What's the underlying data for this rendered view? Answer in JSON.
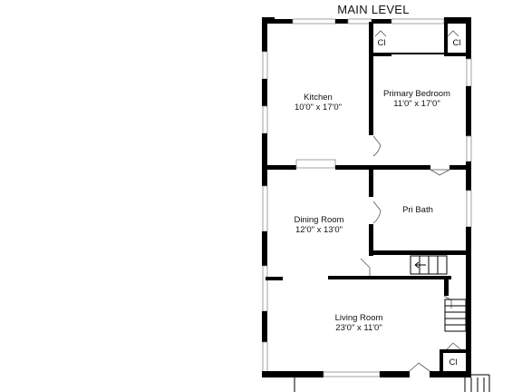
{
  "floor": {
    "title": "MAIN LEVEL"
  },
  "rooms": {
    "kitchen": {
      "name": "Kitchen",
      "size": "10'0\" x 17'0\""
    },
    "primary_bedroom": {
      "name": "Primary Bedroom",
      "size": "11'0\" x 17'0\""
    },
    "dining_room": {
      "name": "Dining Room",
      "size": "12'0\" x 13'0\""
    },
    "pri_bath": {
      "name": "Pri Bath"
    },
    "living_room": {
      "name": "Living Room",
      "size": "23'0\" x 11'0\""
    }
  },
  "closets": {
    "left": "Cl",
    "right": "Cl",
    "entry": "Cl"
  },
  "colors": {
    "wall": "#000000",
    "background": "#ffffff"
  }
}
